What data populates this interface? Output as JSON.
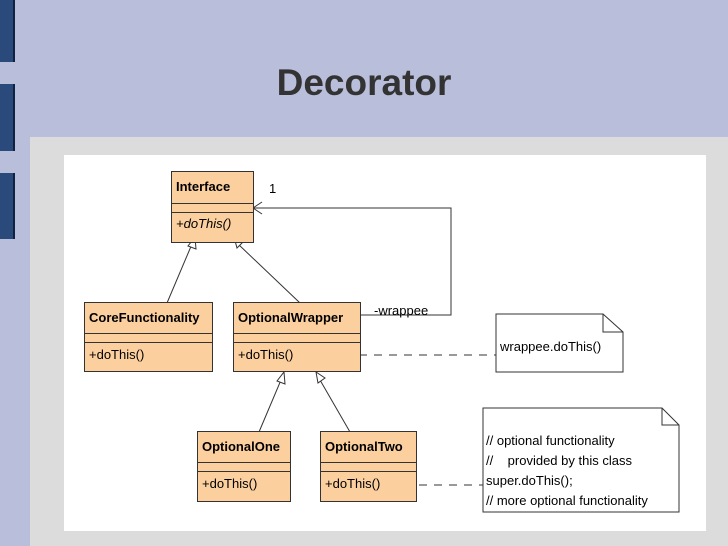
{
  "slide": {
    "title": "Decorator"
  },
  "diagram": {
    "classes": {
      "interface": {
        "name": "Interface",
        "op": "+doThis()"
      },
      "core": {
        "name": "CoreFunctionality",
        "op": "+doThis()"
      },
      "wrapper": {
        "name": "OptionalWrapper",
        "op": "+doThis()"
      },
      "one": {
        "name": "OptionalOne",
        "op": "+doThis()"
      },
      "two": {
        "name": "OptionalTwo",
        "op": "+doThis()"
      }
    },
    "association": {
      "multiplicity": "1",
      "role": "-wrappee"
    },
    "notes": {
      "wrapper_note": [
        "wrappee.doThis()"
      ],
      "optional_note": [
        "// optional functionality",
        "//    provided by this class",
        "super.doThis();",
        "// more optional functionality"
      ]
    }
  }
}
